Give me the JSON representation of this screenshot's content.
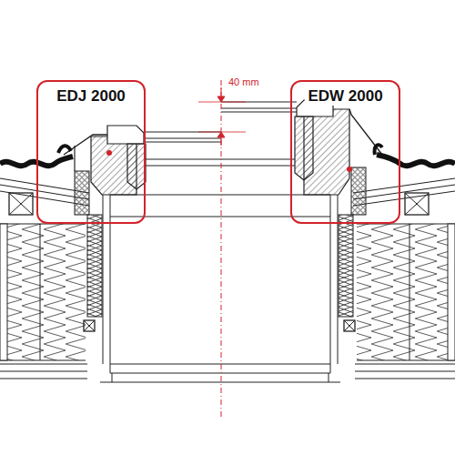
{
  "diagram": {
    "nodes": [
      {
        "text": [
          "EDJ 2000"
        ]
      },
      {
        "text": [
          "EDW 2000"
        ]
      }
    ],
    "labels": [
      "40 mm"
    ]
  }
}
